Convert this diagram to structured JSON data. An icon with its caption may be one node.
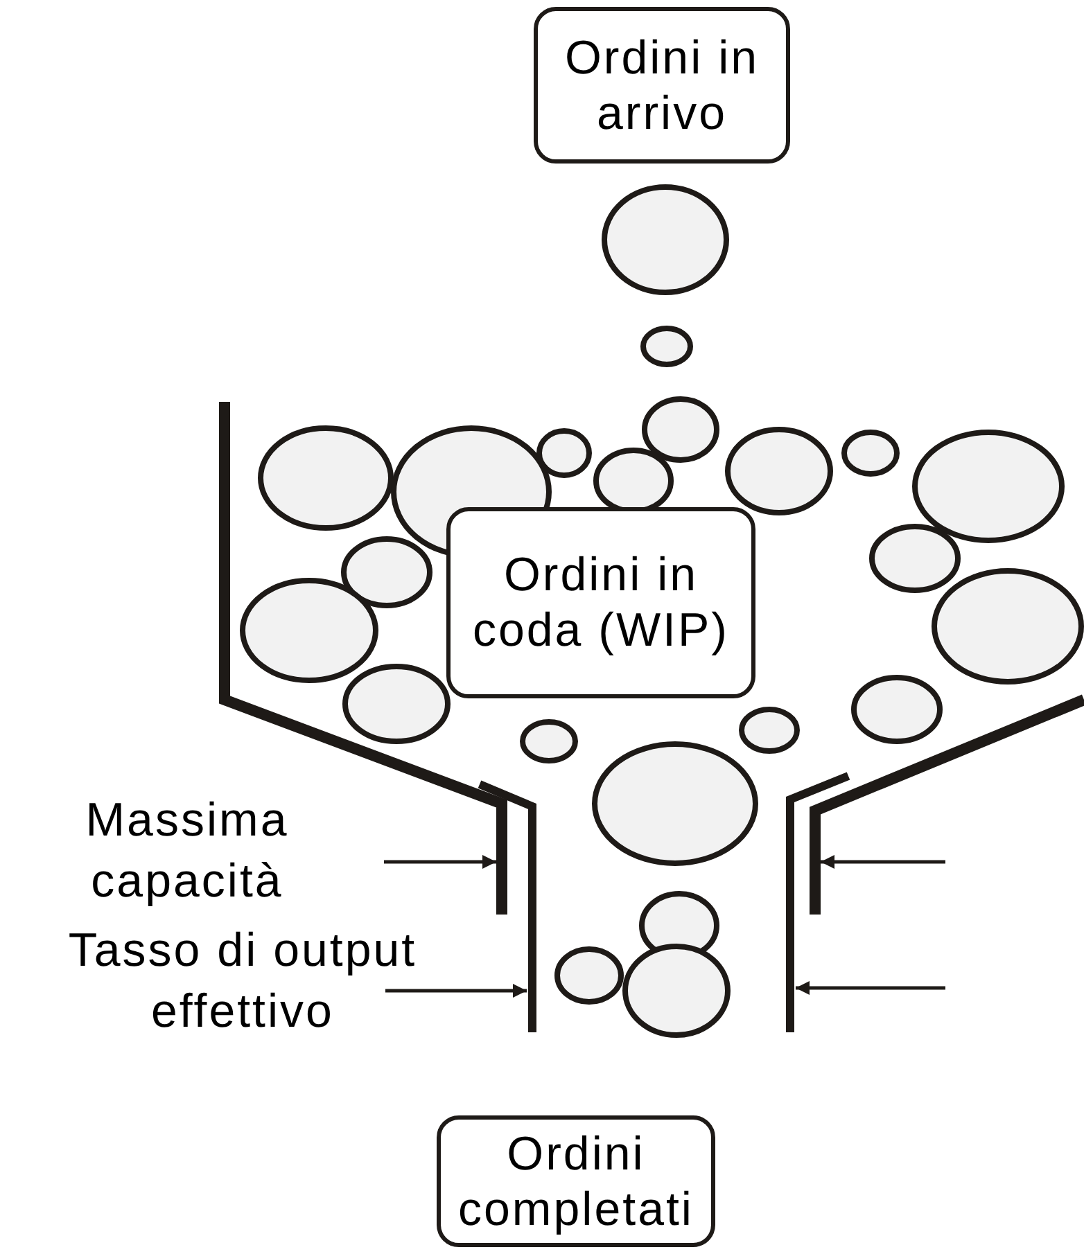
{
  "diagram": {
    "nodes": [
      {
        "text": [
          "Ordini in arrivo"
        ]
      },
      {
        "text": [
          "Ordini in coda (WIP)"
        ]
      },
      {
        "text": [
          "Ordini completati"
        ]
      }
    ],
    "labels": [
      "Massima capacità",
      "Tasso di output effettivo"
    ]
  }
}
